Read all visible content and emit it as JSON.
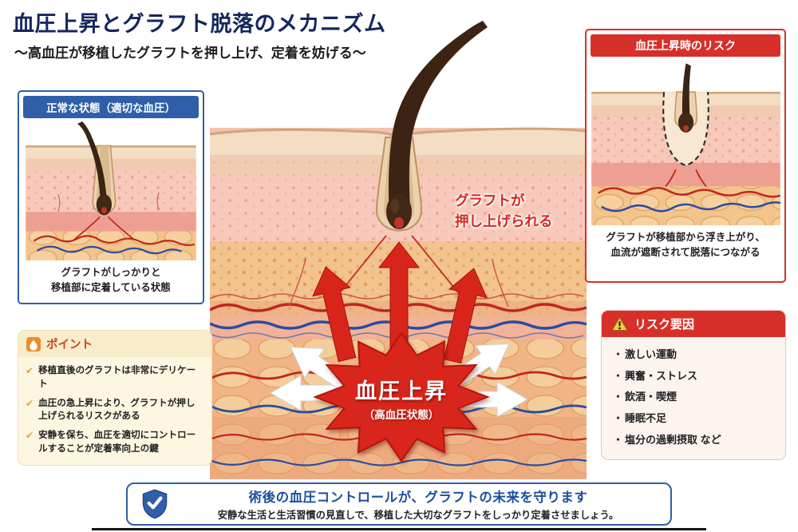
{
  "header": {
    "title": "血圧上昇とグラフト脱落のメカニズム",
    "subtitle": "～高血圧が移植したグラフトを押し上げ、定着を妨げる～"
  },
  "left_panel": {
    "header": "正常な状態（適切な血圧）",
    "caption_line1": "グラフトがしっかりと",
    "caption_line2": "移植部に定着している状態"
  },
  "point_box": {
    "header": "ポイント",
    "items": [
      "移植直後のグラフトは非常にデリケート",
      "血圧の急上昇により、グラフトが押し上げられるリスクがある",
      "安静を保ち、血圧を適切にコントロールすることが定着率向上の鍵"
    ]
  },
  "center": {
    "label_line1": "グラフトが",
    "label_line2": "押し上げられる",
    "burst_main": "血圧上昇",
    "burst_sub": "（高血圧状態）"
  },
  "right_panel": {
    "header": "血圧上昇時のリスク",
    "caption_line1": "グラフトが移植部から浮き上がり、",
    "caption_line2": "血流が遮断されて脱落につながる"
  },
  "risk_box": {
    "header": "リスク要因",
    "items": [
      "激しい運動",
      "興奮・ストレス",
      "飲酒・喫煙",
      "睡眠不足",
      "塩分の過剰摂取 など"
    ]
  },
  "footer": {
    "title": "術後の血圧コントロールが、グラフトの未来を守ります",
    "text": "安静な生活と生活習慣の見直しで、移植した大切なグラフトをしっかり定着させましょう。"
  },
  "icons": {
    "check": "✔",
    "bullet": "・"
  },
  "colors": {
    "navy": "#15265e",
    "blue": "#2e5fa8",
    "red": "#d7261f",
    "cream": "#fdf6e1"
  }
}
